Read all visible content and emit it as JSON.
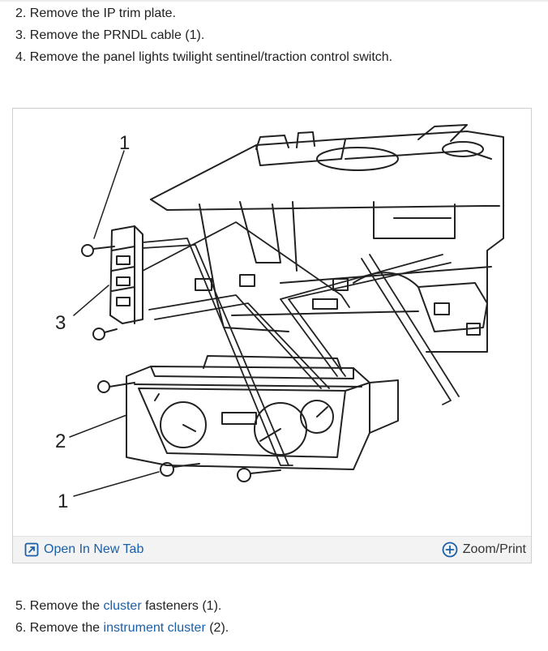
{
  "steps_before": [
    {
      "number": "2.",
      "text": "Remove the IP trim plate."
    },
    {
      "number": "3.",
      "text": "Remove the PRNDL cable (1)."
    },
    {
      "number": "4.",
      "text": "Remove the panel lights twilight sentinel/traction control switch."
    }
  ],
  "figure": {
    "callouts": {
      "one_top": "1",
      "three": "3",
      "two": "2",
      "one_bottom": "1"
    },
    "toolbar": {
      "open_label": "Open In New Tab",
      "zoom_label": "Zoom/Print",
      "open_icon": "open-external-icon",
      "zoom_icon": "plus-circle-icon"
    }
  },
  "steps_after": [
    {
      "number": "5.",
      "before": "Remove the ",
      "link": "cluster",
      "after": " fasteners (1)."
    },
    {
      "number": "6.",
      "before": "Remove the ",
      "link": "instrument cluster",
      "after": " (2)."
    }
  ],
  "colors": {
    "link": "#1a5fa8",
    "text": "#222222",
    "toolbar_bg": "#f3f3f3"
  }
}
